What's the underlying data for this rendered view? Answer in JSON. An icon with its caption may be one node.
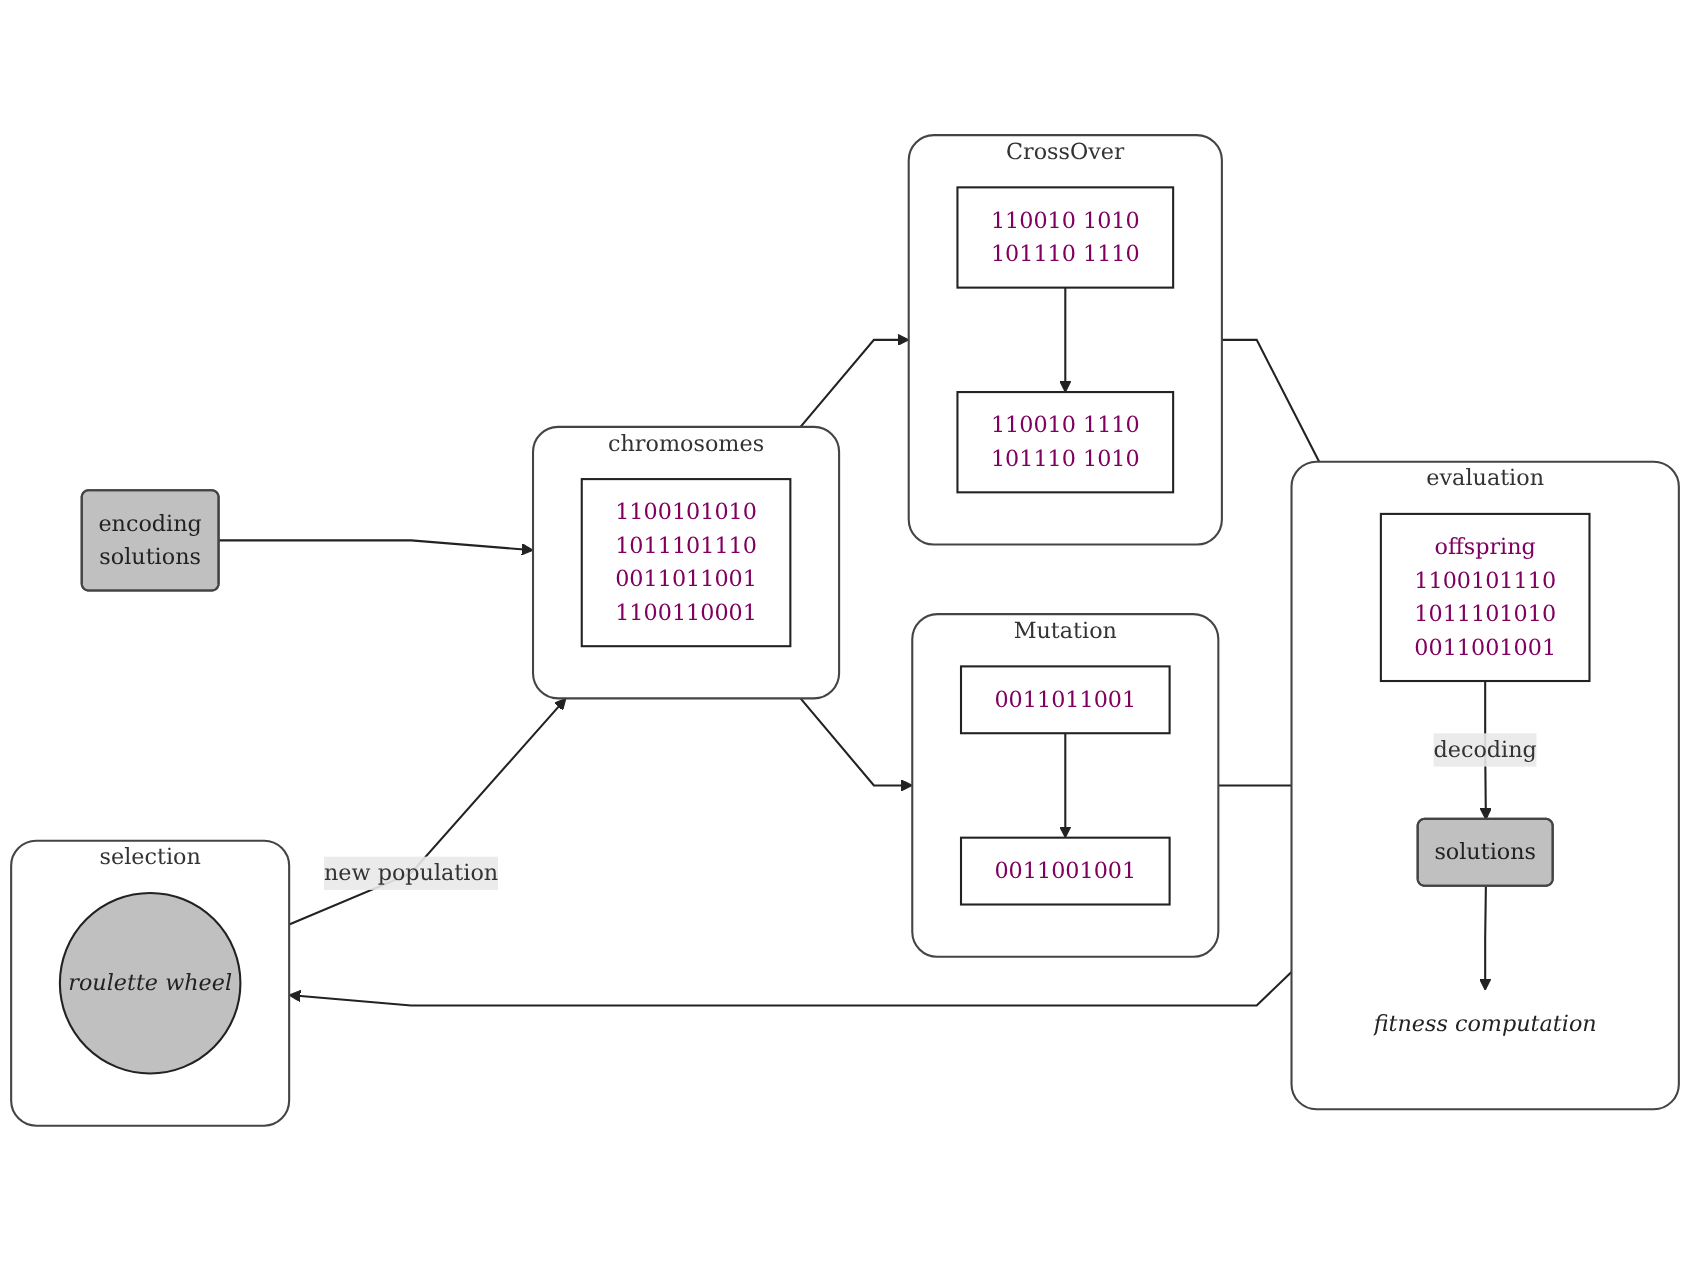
{
  "diagram": {
    "nodes": [
      {
        "text": [
          "encoding",
          "solutions"
        ]
      },
      {
        "text": [
          "chromosomes"
        ]
      },
      {
        "text": [
          "1100101010",
          "1011101110",
          "0011011001",
          "1100110001"
        ],
        "in": 1
      },
      {
        "text": [
          "CrossOver"
        ]
      },
      {
        "text": [
          "110010 1010",
          "101110 1110"
        ],
        "in": 3
      },
      {
        "text": [
          "110010 1110",
          "101110 1010"
        ],
        "in": 3
      },
      {
        "text": [
          "Mutation"
        ]
      },
      {
        "text": [
          "0011011001"
        ],
        "in": 6
      },
      {
        "text": [
          "0011001001"
        ],
        "in": 6
      },
      {
        "text": [
          "evaluation"
        ]
      },
      {
        "text": [
          "offspring",
          "1100101110",
          "1011101010",
          "0011001001"
        ],
        "in": 9
      },
      {
        "text": [
          "solutions"
        ],
        "in": 9
      },
      {
        "text": [
          "fitness computation"
        ],
        "in": 9
      },
      {
        "text": [
          "selection"
        ]
      },
      {
        "text": [
          "roulette wheel"
        ],
        "in": 13
      }
    ],
    "edges": [
      {
        "from": 0,
        "to": 1,
        "arrow": "to"
      },
      {
        "from": 1,
        "to": 3,
        "arrow": "to"
      },
      {
        "from": 1,
        "to": 6,
        "arrow": "to"
      },
      {
        "from": 4,
        "to": 5,
        "arrow": "to"
      },
      {
        "from": 7,
        "to": 8,
        "arrow": "to"
      },
      {
        "from": 3,
        "to": 9,
        "arrow": "none"
      },
      {
        "from": 6,
        "to": 9,
        "arrow": "none"
      },
      {
        "from": 10,
        "to": 11,
        "label": "decoding",
        "arrow": "to"
      },
      {
        "from": 11,
        "to": 12,
        "arrow": "to"
      },
      {
        "from": 9,
        "to": 13,
        "arrow": "to"
      },
      {
        "from": 13,
        "to": 1,
        "label": "new population",
        "arrow": "to"
      }
    ]
  }
}
